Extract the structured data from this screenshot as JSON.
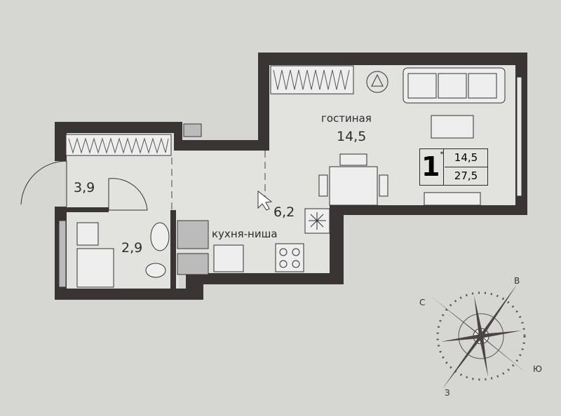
{
  "rooms": {
    "living": {
      "name": "гостиная",
      "area": "14,5"
    },
    "hall": {
      "area": "3,9"
    },
    "bathroom": {
      "area": "2,9"
    },
    "kitchen": {
      "name": "кухня-ниша",
      "area": "6,2"
    }
  },
  "legend": {
    "rooms_count": "1",
    "marker": "*",
    "living_area": "14,5",
    "total_area": "27,5"
  },
  "compass": {
    "north": "С",
    "east": "В",
    "south": "Ю",
    "west": "З"
  },
  "colors": {
    "wall": "#3a3535",
    "background": "#d6d6d3",
    "floor": "#e2e2df"
  }
}
